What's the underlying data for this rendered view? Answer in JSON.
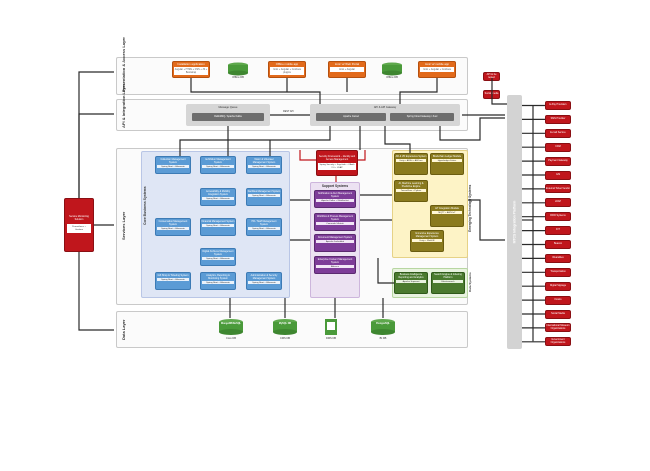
{
  "layers": {
    "presentation": "Presentation & Access Layer",
    "api": "API & Integration Layer",
    "services": "Services Layer",
    "data": "Data Layer"
  },
  "presentation_items": [
    {
      "title": "Installation application",
      "sub": "Angular + HTML + CSS + JS + Bootstrap"
    },
    {
      "title": "Offline mobile app",
      "sub": "Ionic + Angular + Cordova plugins"
    },
    {
      "title": "Ionic v2 Web Portal",
      "sub": "Ionic + Angular"
    },
    {
      "title": "Ionic v2 mobile app",
      "sub": "Ionic + Angular + Cordova"
    }
  ],
  "presentation_dbs": [
    "Offline DB",
    "Offline DB"
  ],
  "api_items": {
    "message_queue": "Message Queue",
    "rabbitmq": "RabbitMQ / Apache Kafka",
    "api_gateway": "API & API Gateway",
    "gateway_inner_1": "Apache Camel",
    "gateway_inner_2": "Spring Cloud Gateway / Zuul",
    "connector": "REST API"
  },
  "monitoring": {
    "title": "Service Monitoring Solution",
    "sub": "Prometheus + Grafana"
  },
  "core_services_label": "Core Business Systems",
  "core_services": [
    {
      "title": "Collection Management System",
      "sub": "Spring Boot + Hibernate"
    },
    {
      "title": "Exhibition Management System",
      "sub": "Spring Boot + Hibernate"
    },
    {
      "title": "Visitor & Volunteer Management System",
      "sub": "Spring Boot + Hibernate"
    },
    {
      "title": "Accessibility & Mobility Integration System",
      "sub": "Spring Boot + Hibernate"
    },
    {
      "title": "Facilities Management System",
      "sub": "Spring Boot + Hibernate"
    },
    {
      "title": "Conservation Management System",
      "sub": "Spring Boot + Hibernate"
    },
    {
      "title": "Financial Management System",
      "sub": "Spring Boot + Hibernate"
    },
    {
      "title": "HR / Staff Management System",
      "sub": "Spring Boot + Hibernate"
    },
    {
      "title": "Digital Archives Management System",
      "sub": "Spring Boot + Hibernate"
    },
    {
      "title": "Gift Shop & Ticketing System",
      "sub": "Spring Boot + Hibernate"
    },
    {
      "title": "Analytics, Reporting & Monitoring System",
      "sub": "Spring Boot + Hibernate"
    },
    {
      "title": "Administration & Security Management System",
      "sub": "Spring Boot + Hibernate"
    }
  ],
  "security": {
    "title": "Security Framework – Identity and Access Management",
    "sub": "Spring Security + Keycloak + OAuth 2.0 + LDAP"
  },
  "support_label": "Support Systems",
  "support": [
    {
      "title": "Notification & Alert Management System",
      "sub": "Apache Kafka + WebSocket"
    },
    {
      "title": "Workflow & Process Management System",
      "sub": "Camunda / Activiti"
    },
    {
      "title": "Document Management System",
      "sub": "Apache Jackrabbit"
    },
    {
      "title": "Enterprise Content Management System",
      "sub": "Alfresco"
    }
  ],
  "emerging_label": "Emerging Technology Systems",
  "emerging": [
    {
      "title": "AR & VR Experience System",
      "sub": "Unity + ARKit + ARCore"
    },
    {
      "title": "Blockchain Ledger Module",
      "sub": "Hyperledger Fabric"
    },
    {
      "title": "AI, Machine Learning & Predictive Engine",
      "sub": "TensorFlow + Python"
    },
    {
      "title": "IoT Integration Module",
      "sub": "MQTT + AWS IoT"
    },
    {
      "title": "Immersive Experience Management System",
      "sub": "Unity + WebXR"
    }
  ],
  "data_systems_label": "Data Systems",
  "data_systems": [
    {
      "title": "Business Intelligence Reporting and Analytics",
      "sub": "Apache Superset"
    },
    {
      "title": "Search Engine & Indexing Platform",
      "sub": "Elasticsearch"
    }
  ],
  "databases": [
    {
      "name": "MongoDB/NoSQL",
      "sub": "Core DB"
    },
    {
      "name": "MySQL DB",
      "sub": "CMS DB"
    },
    {
      "name": "DMS",
      "sub": "DMS DB"
    },
    {
      "name": "PostgreSQL",
      "sub": "BI DB"
    }
  ],
  "integration_platform": "MTCS Integration Platform",
  "external_top": [
    "API to be tested",
    "Social media"
  ],
  "external_right": [
    "E-Pay Providers",
    "SMS Provider",
    "E-mail Service",
    "CRM",
    "Payment Gateway",
    "GIS",
    "External Ticket Vendor",
    "LDAP",
    "RFID Systems",
    "IOT",
    "Beacon",
    "Wearables",
    "Transportation",
    "Digital Signage",
    "Kiosks",
    "Social Media",
    "International Museum Organizations",
    "Government Organizations"
  ]
}
